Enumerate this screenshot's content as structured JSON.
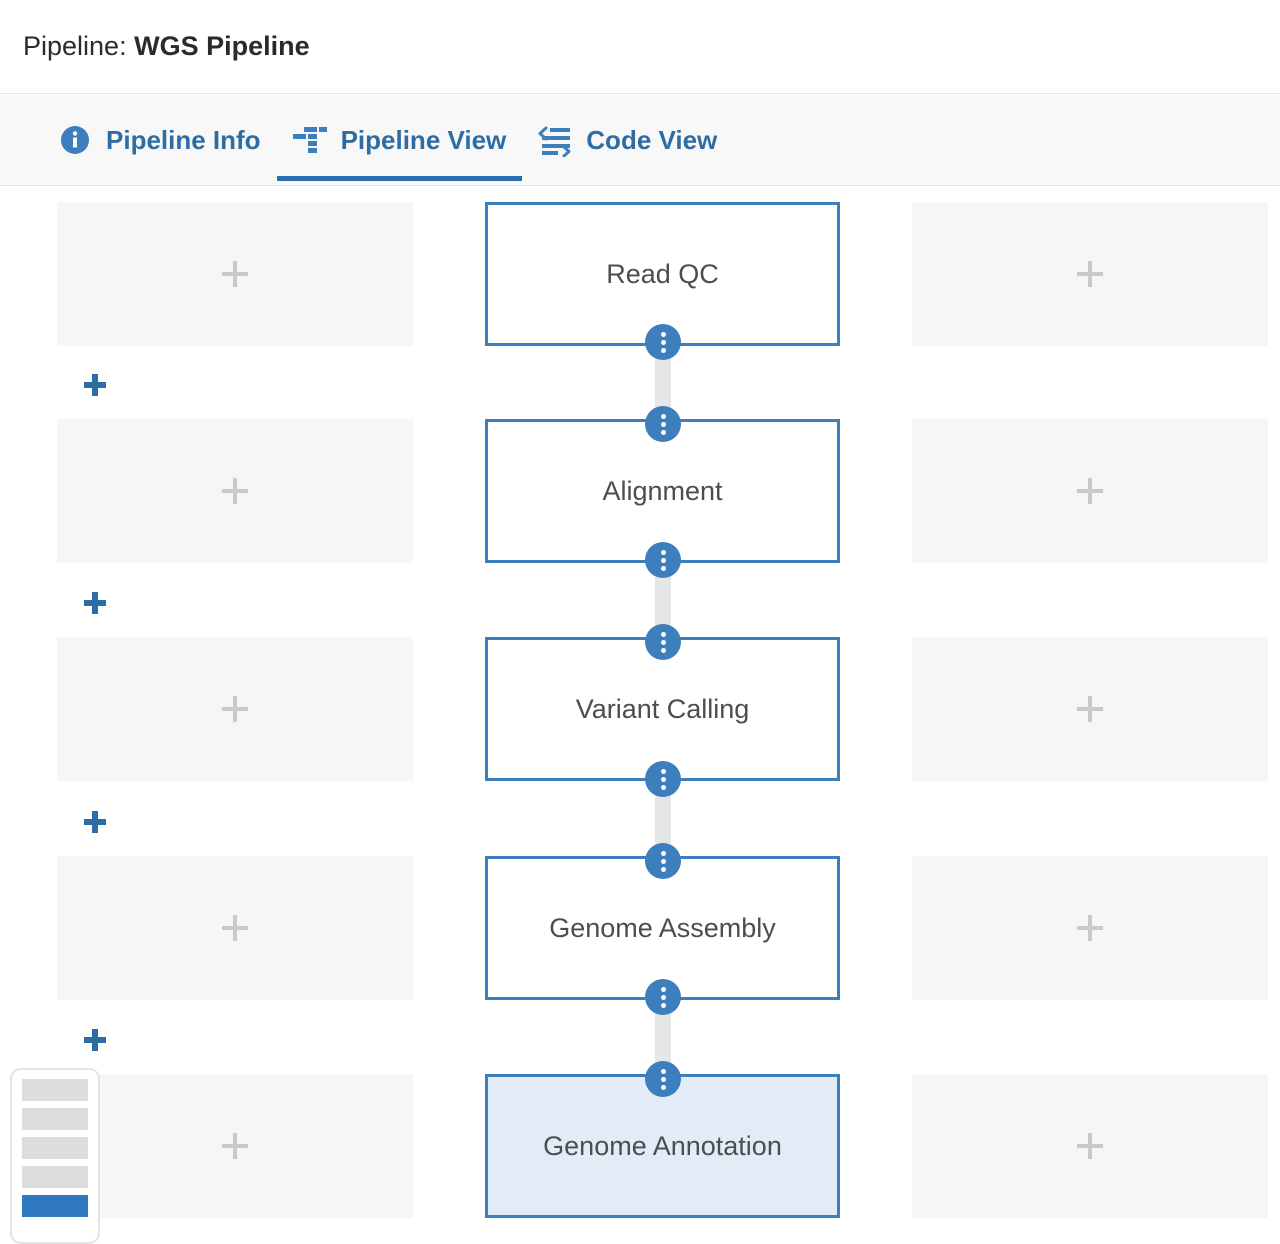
{
  "header": {
    "title_prefix": "Pipeline:",
    "title_value": "WGS Pipeline"
  },
  "tabs": [
    {
      "id": "pipeline-info",
      "label": "Pipeline Info",
      "icon": "info-circle-icon",
      "active": false
    },
    {
      "id": "pipeline-view",
      "label": "Pipeline View",
      "icon": "hierarchy-tree-icon",
      "active": true
    },
    {
      "id": "code-view",
      "label": "Code View",
      "icon": "code-lines-icon",
      "active": false
    }
  ],
  "canvas": {
    "placeholder_icon": "plus-icon",
    "add_step_icon": "plus-icon",
    "handle_icon": "three-dots-vertical-icon",
    "nodes": [
      {
        "label": "Read QC",
        "selected": false
      },
      {
        "label": "Alignment",
        "selected": false
      },
      {
        "label": "Variant Calling",
        "selected": false
      },
      {
        "label": "Genome Assembly",
        "selected": false
      },
      {
        "label": "Genome Annotation",
        "selected": true
      }
    ]
  },
  "minimap": {
    "bars": [
      {
        "active": false
      },
      {
        "active": false
      },
      {
        "active": false
      },
      {
        "active": false
      },
      {
        "active": true
      }
    ]
  },
  "colors": {
    "accent_blue": "#3d7ebd",
    "tab_blue": "#2e6da4",
    "node_border": "#3d7ebd",
    "node_selected_fill": "#e1ecf7",
    "placeholder_fill": "#f6f6f6",
    "connector_gray": "#e4e6e8"
  }
}
